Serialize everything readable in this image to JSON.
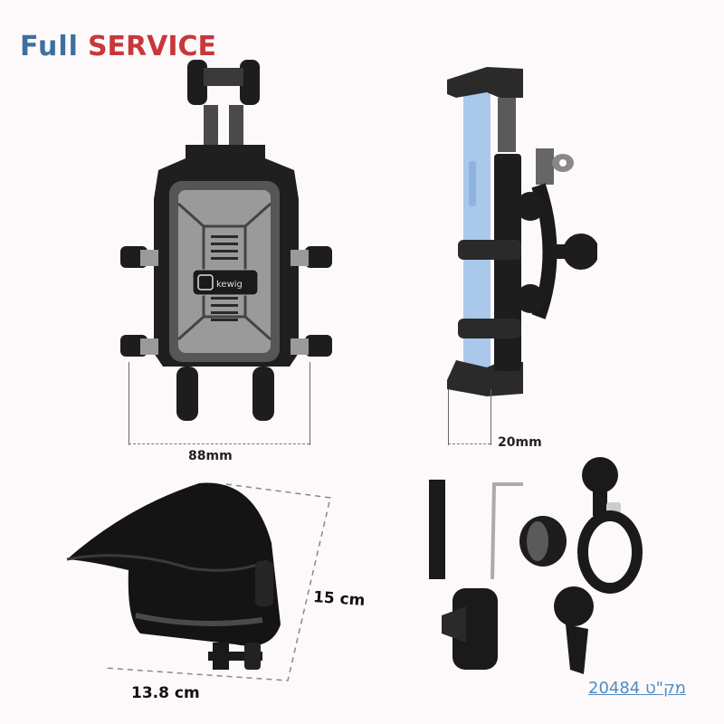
{
  "brand": {
    "logo_part1": "Full",
    "logo_part2": "SERVICE",
    "logo_colors": {
      "full": "#3e6f9e",
      "service": "#c8373a"
    }
  },
  "products": {
    "holder_front": {
      "brand_label": "kewig",
      "dimension": "88mm"
    },
    "holder_side": {
      "dimension": "20mm"
    },
    "sun_visor": {
      "height": "15 cm",
      "width": "13.8 cm"
    },
    "accessories": [
      "velcro-strap",
      "hex-key",
      "rubber-spacer-ring",
      "handlebar-clamp-with-ball",
      "double-socket-arm",
      "ball-mount-adapter"
    ]
  },
  "sku": {
    "label": "מק\"ט 20484"
  },
  "colors": {
    "background": "#fdf9fa",
    "product_dark": "#1b1b1b",
    "product_grey": "#8a8a8a",
    "phone_blue": "#a9c8ea",
    "sku_link": "#4f8bc4"
  }
}
